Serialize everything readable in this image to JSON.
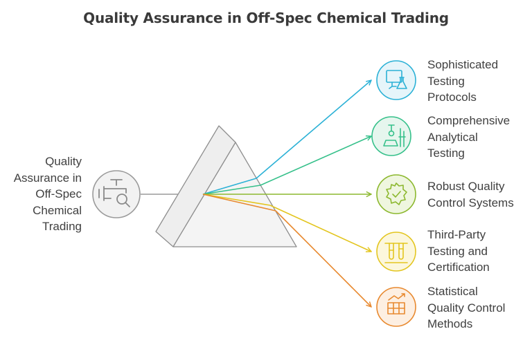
{
  "title": "Quality Assurance in Off-Spec Chemical Trading",
  "input": {
    "label_lines": [
      "Quality",
      "Assurance in",
      "Off-Spec",
      "Chemical",
      "Trading"
    ],
    "icon": "valve-search-icon",
    "color": "#9a9a9a"
  },
  "outputs": [
    {
      "lines": [
        "Sophisticated",
        "Testing",
        "Protocols"
      ],
      "icon": "monitor-flask-icon",
      "color": "#2bb1d6",
      "fill": "#e6f5fa"
    },
    {
      "lines": [
        "Comprehensive",
        "Analytical",
        "Testing"
      ],
      "icon": "microscope-icon",
      "color": "#35c08a",
      "fill": "#e6f6ee"
    },
    {
      "lines": [
        "Robust Quality",
        "Control Systems"
      ],
      "icon": "gear-check-icon",
      "color": "#8cb82e",
      "fill": "#eff6df"
    },
    {
      "lines": [
        "Third-Party",
        "Testing and",
        "Certification"
      ],
      "icon": "test-tubes-icon",
      "color": "#e3c51e",
      "fill": "#fcf7dc"
    },
    {
      "lines": [
        "Statistical",
        "Quality Control",
        "Methods"
      ],
      "icon": "chart-grid-icon",
      "color": "#e8892f",
      "fill": "#fdefe2"
    }
  ]
}
